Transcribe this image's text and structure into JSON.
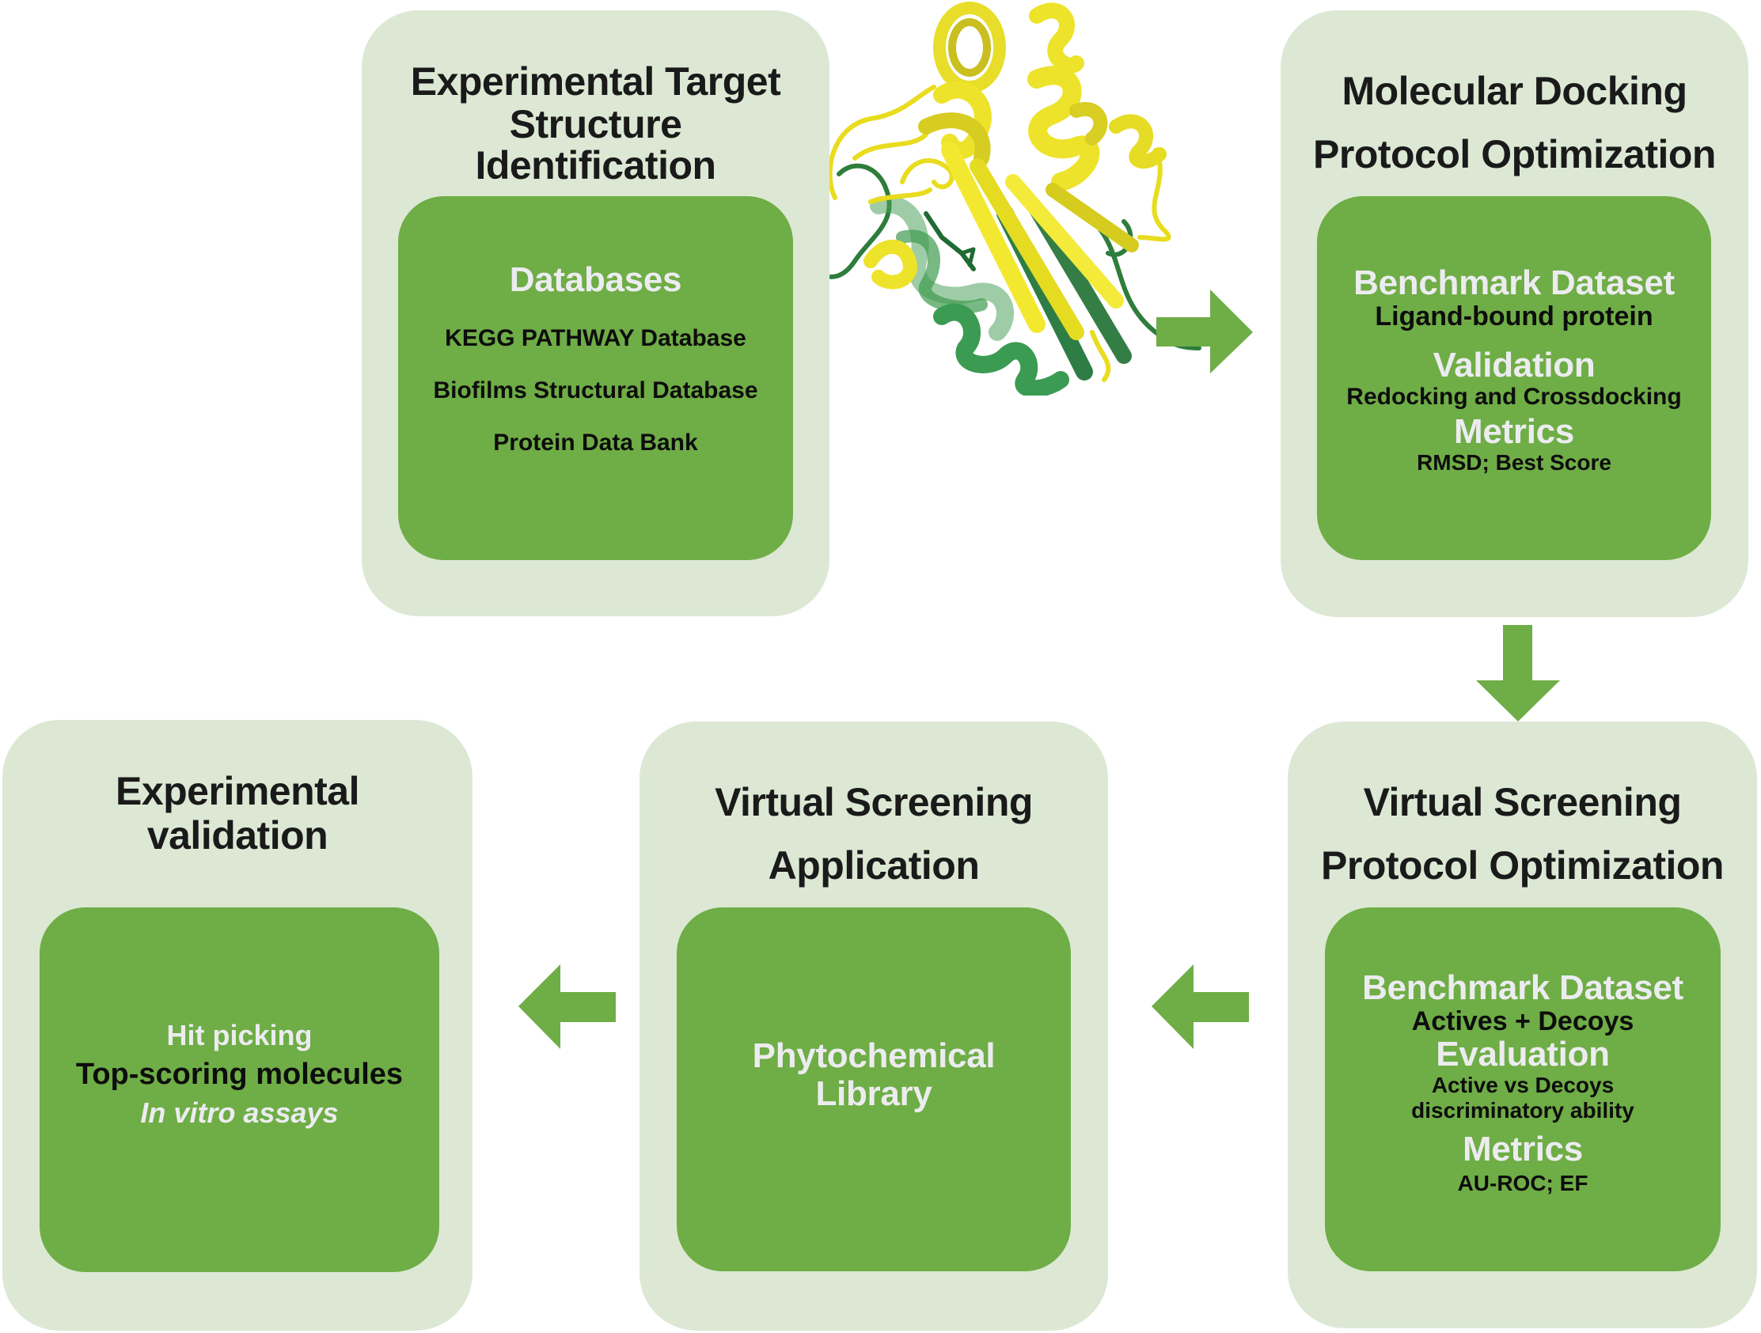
{
  "colors": {
    "outer_box": "#dce8d4",
    "inner_box": "#6fad46",
    "arrow": "#6fad46",
    "title_text": "#1a1a1a",
    "inner_heading": "#ececf0",
    "inner_text": "#0d0d0d",
    "protein_chain_a": "#f0e626",
    "protein_chain_b": "#3f9a4f"
  },
  "steps": [
    {
      "id": "target-identification",
      "title_lines": [
        "Experimental Target",
        "Structure",
        "Identification"
      ],
      "heading": "Databases",
      "items": [
        "KEGG PATHWAY Database",
        "Biofilms Structural Database",
        "Protein Data Bank"
      ]
    },
    {
      "id": "docking-optimization",
      "title_lines": [
        "Molecular Docking",
        "Protocol Optimization"
      ],
      "sections": [
        {
          "heading": "Benchmark Dataset",
          "text": "Ligand-bound protein"
        },
        {
          "heading": "Validation",
          "text": "Redocking and Crossdocking"
        },
        {
          "heading": "Metrics",
          "text": "RMSD; Best Score"
        }
      ]
    },
    {
      "id": "vs-optimization",
      "title_lines": [
        "Virtual Screening",
        "Protocol Optimization"
      ],
      "sections": [
        {
          "heading": "Benchmark Dataset",
          "text_lines": [
            "Actives + Decoys"
          ]
        },
        {
          "heading": "Evaluation",
          "text_lines": [
            "Active vs Decoys",
            "discriminatory ability"
          ]
        },
        {
          "heading": "Metrics",
          "text_lines": [
            "AU-ROC; EF"
          ]
        }
      ]
    },
    {
      "id": "vs-application",
      "title_lines": [
        "Virtual Screening",
        "Application"
      ],
      "heading_lines": [
        "Phytochemical",
        "Library"
      ]
    },
    {
      "id": "experimental-validation",
      "title_lines": [
        "Experimental",
        "validation"
      ],
      "lines": [
        "Hit picking",
        "Top-scoring molecules",
        "In vitro assays"
      ]
    }
  ],
  "arrows": [
    {
      "from": "target-identification",
      "to": "docking-optimization",
      "direction": "right"
    },
    {
      "from": "docking-optimization",
      "to": "vs-optimization",
      "direction": "down"
    },
    {
      "from": "vs-optimization",
      "to": "vs-application",
      "direction": "left"
    },
    {
      "from": "vs-application",
      "to": "experimental-validation",
      "direction": "left"
    }
  ],
  "illustration": {
    "name": "protein-structure-ribbon",
    "description": "superimposed protein ribbon structures (yellow and green)"
  }
}
